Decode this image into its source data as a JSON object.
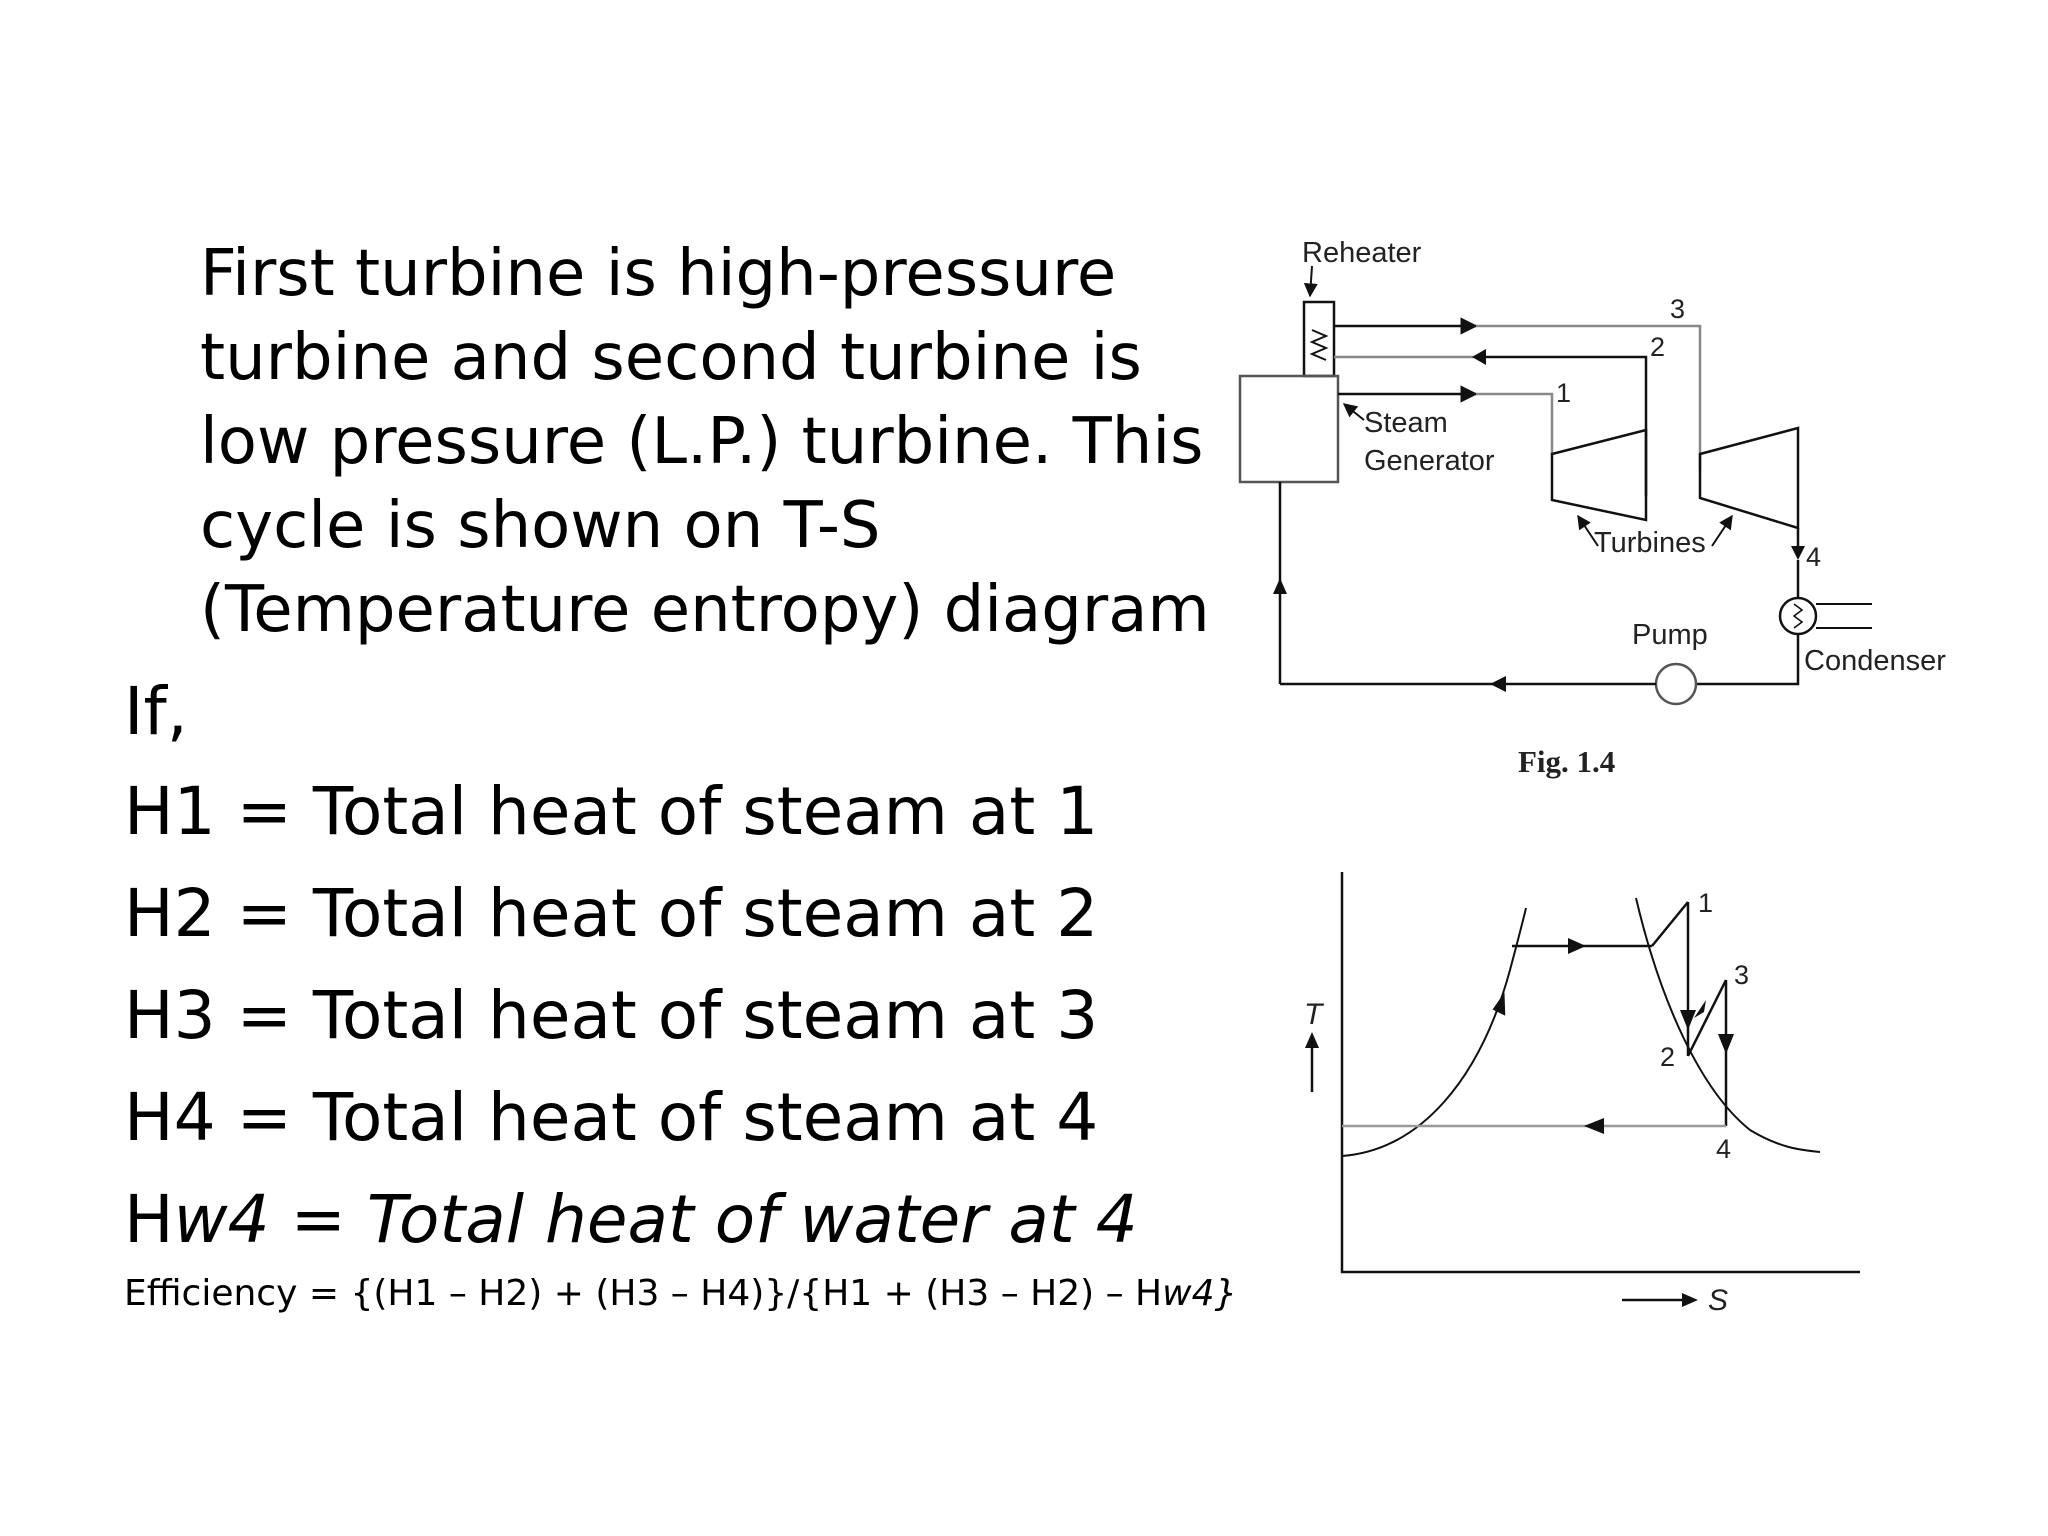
{
  "intro": {
    "paragraph": "First turbine is high-pressure turbine and second turbine is low pressure (L.P.) turbine. This cycle is shown on T-S (Temperature entropy) diagram"
  },
  "if_label": "If,",
  "definitions": [
    {
      "lhs": "H1",
      "rhs": " = Total heat of steam at 1"
    },
    {
      "lhs": "H2",
      "rhs": " = Total heat of steam at 2"
    },
    {
      "lhs": "H3",
      "rhs": " = Total heat of steam at 3"
    },
    {
      "lhs": "H4",
      "rhs": " = Total heat of steam at 4"
    },
    {
      "lhs": "H",
      "lhs_italic": "w4 = Total heat of water at 4"
    }
  ],
  "efficiency": {
    "text": "Efficiency = {(H1 – H2) + (H3 – H4)}/{H1 + (H3 – H2) – H",
    "text_italic": "w4}"
  },
  "schematic": {
    "labels": {
      "reheater": "Reheater",
      "steam": "Steam",
      "generator": "Generator",
      "turbines": "Turbines",
      "pump": "Pump",
      "condenser": "Condenser"
    },
    "points": {
      "p1": "1",
      "p2": "2",
      "p3": "3",
      "p4": "4"
    },
    "caption": "Fig. 1.4"
  },
  "ts_diagram": {
    "t_axis": "T",
    "s_axis": "S",
    "points": {
      "p1": "1",
      "p2": "2",
      "p3": "3",
      "p4": "4"
    }
  }
}
